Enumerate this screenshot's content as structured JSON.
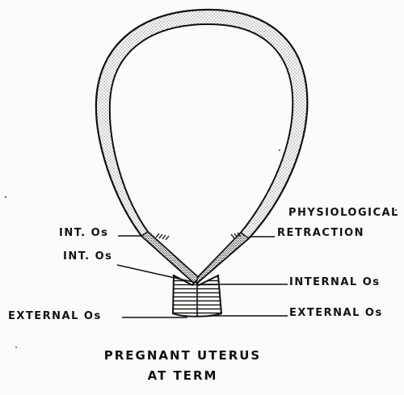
{
  "labels": {
    "int_os_left": "INT. Os",
    "int_os_left_2": "INT. Os",
    "external_os_left": "EXTERNAL Os",
    "physiological": "PHYSIOLOGICAL",
    "retraction": "RETRACTION",
    "internal_os_right": "INTERNAL Os",
    "external_os_right": "EXTERNAL Os"
  },
  "caption": {
    "line1": "PREGNANT UTERUS",
    "line2": "AT TERM"
  },
  "colors": {
    "ink": "#111111",
    "paper": "#fbfbf9"
  }
}
